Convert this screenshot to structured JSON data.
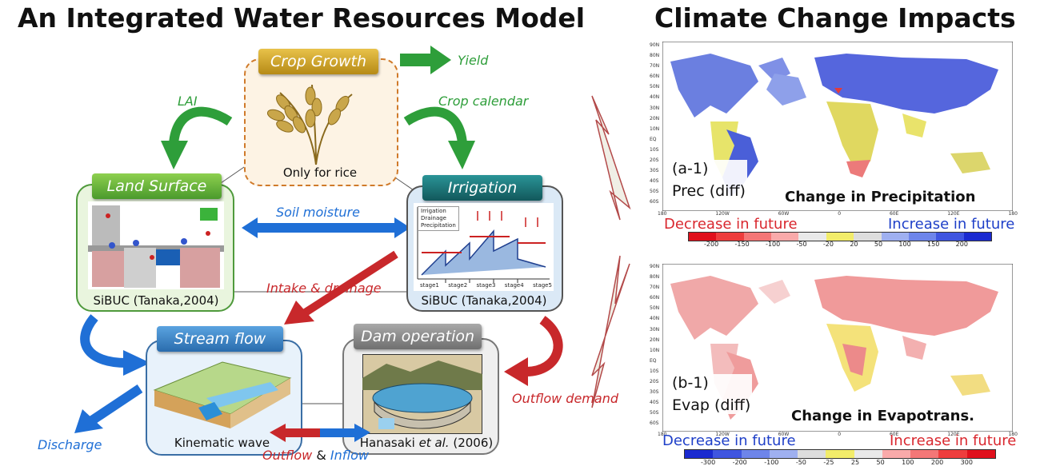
{
  "left": {
    "title": "An Integrated Water Resources Model",
    "crop": {
      "tab": "Crop Growth",
      "caption": "Only for rice",
      "yield": "Yield",
      "lai": "LAI",
      "calendar": "Crop calendar"
    },
    "land": {
      "tab": "Land Surface",
      "caption": "SiBUC (Tanaka,2004)"
    },
    "irrigation": {
      "tab": "Irrigation",
      "caption": "SiBUC (Tanaka,2004)",
      "legend": [
        "Irrigation",
        "Drainage",
        "Precipitation"
      ],
      "stages": [
        "stage1",
        "stage2",
        "stage3",
        "stage4",
        "stage5"
      ]
    },
    "soil_moisture": "Soil moisture",
    "intake": "Intake & drainage",
    "stream": {
      "tab": "Stream flow",
      "caption": "Kinematic wave"
    },
    "dam": {
      "tab": "Dam operation",
      "caption_a": "Hanasaki ",
      "caption_b": "et al.",
      "caption_c": " (2006)"
    },
    "outflow_demand": "Outflow demand",
    "discharge": "Discharge",
    "flow": {
      "outflow": "Outflow",
      "amp": "&",
      "inflow": "Inflow"
    }
  },
  "right": {
    "title": "Climate Change Impacts",
    "lat_ticks": [
      "90N",
      "80N",
      "70N",
      "60N",
      "50N",
      "40N",
      "30N",
      "20N",
      "10N",
      "EQ",
      "10S",
      "20S",
      "30S",
      "40S",
      "50S",
      "60S"
    ],
    "lon_ticks": [
      "180",
      "120W",
      "60W",
      "0",
      "60E",
      "120E",
      "180"
    ],
    "map1": {
      "label_a": "(a-1)",
      "label_b": "Prec (diff)",
      "caption": "Change in Precipitation",
      "decrease": "Decrease in future",
      "increase": "Increase in future",
      "ticks": [
        "-200",
        "-150",
        "-100",
        "-50",
        "-20",
        "20",
        "50",
        "100",
        "150",
        "200"
      ]
    },
    "map2": {
      "label_a": "(b-1)",
      "label_b": "Evap (diff)",
      "caption": "Change in Evapotrans.",
      "decrease": "Decrease in future",
      "increase": "Increase in future",
      "ticks": [
        "-300",
        "-200",
        "-100",
        "-50",
        "-25",
        "25",
        "50",
        "100",
        "200",
        "300"
      ]
    }
  },
  "colors": {
    "green_arrow": "#2e9e3a",
    "blue_arrow": "#1f6fd6",
    "red_arrow": "#c8282b",
    "crop_tab": "#c9a227",
    "land_tab": "#6fae3a",
    "irr_tab": "#1d7b7e",
    "stream_tab": "#3a84c6",
    "dam_tab": "#8e8e8e"
  }
}
